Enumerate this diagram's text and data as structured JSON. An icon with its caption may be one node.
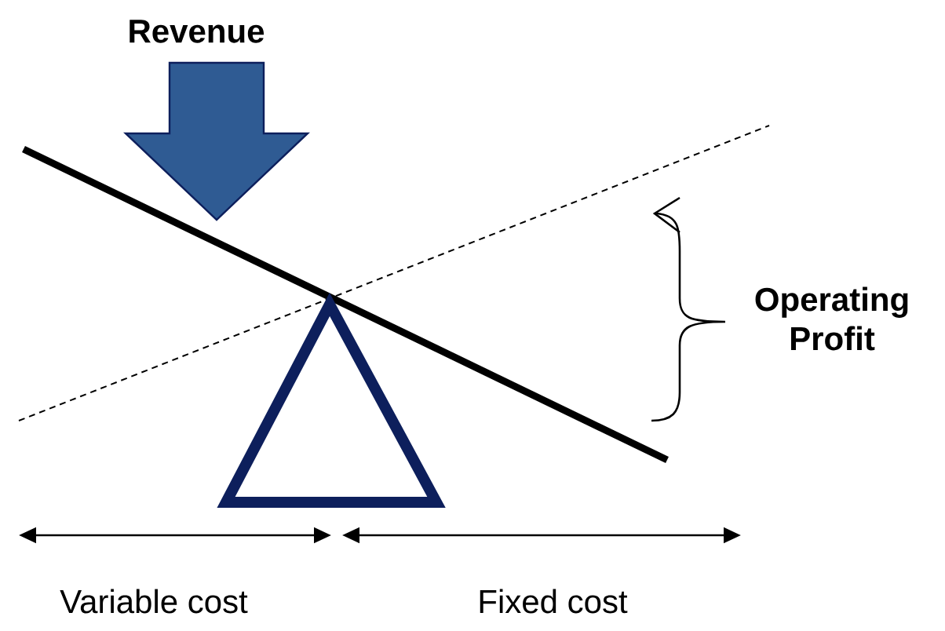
{
  "diagram": {
    "labels": [
      "Revenue",
      "Operating Profit",
      "Variable cost",
      "Fixed cost"
    ]
  }
}
